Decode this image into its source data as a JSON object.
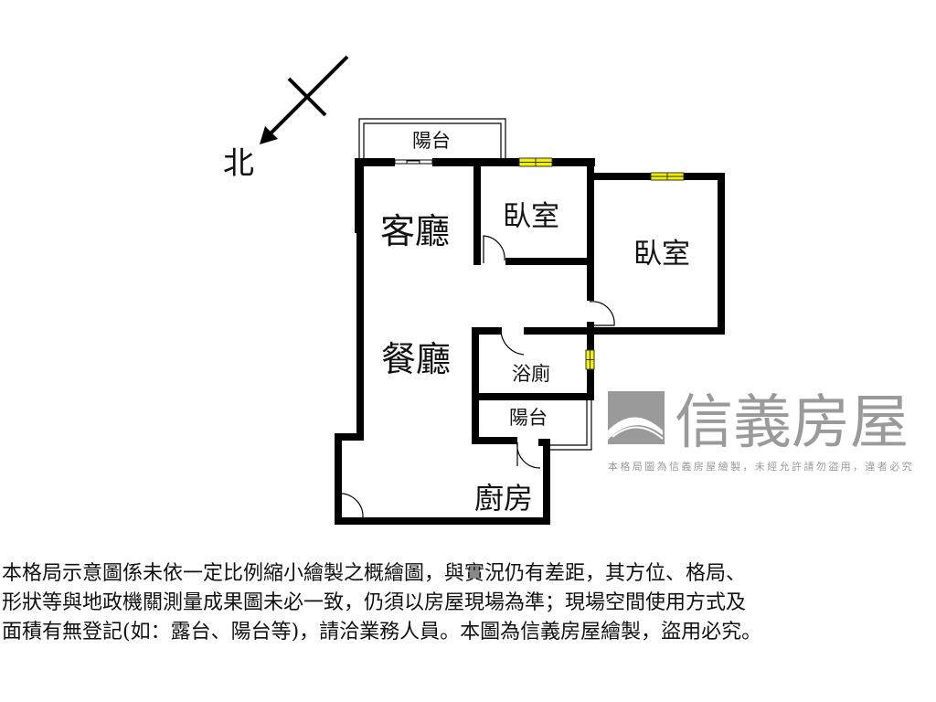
{
  "compass": {
    "north_label": "北"
  },
  "rooms": {
    "living_room": "客廳",
    "dining_room": "餐廳",
    "bedroom_1": "臥室",
    "bedroom_2": "臥室",
    "bathroom": "浴廁",
    "kitchen": "廚房",
    "balcony_front": "陽台",
    "balcony_back": "陽台"
  },
  "watermark": {
    "brand": "信義房屋",
    "notice": "本格局圖為信義房屋繪製，未經允許請勿盜用，違者必究"
  },
  "colors": {
    "wall": "#000000",
    "window": "#f2f200",
    "watermark": "#9a9a9a"
  },
  "notes": [
    "本格局示意圖係未依一定比例縮小繪製之概繪圖，與實況仍有差距，其方位、格局、",
    "形狀等與地政機關測量成果圖未必一致，仍須以房屋現場為準；現場空間使用方式及",
    "面積有無登記(如：露台、陽台等)，請洽業務人員。本圖為信義房屋繪製，盜用必究。"
  ]
}
